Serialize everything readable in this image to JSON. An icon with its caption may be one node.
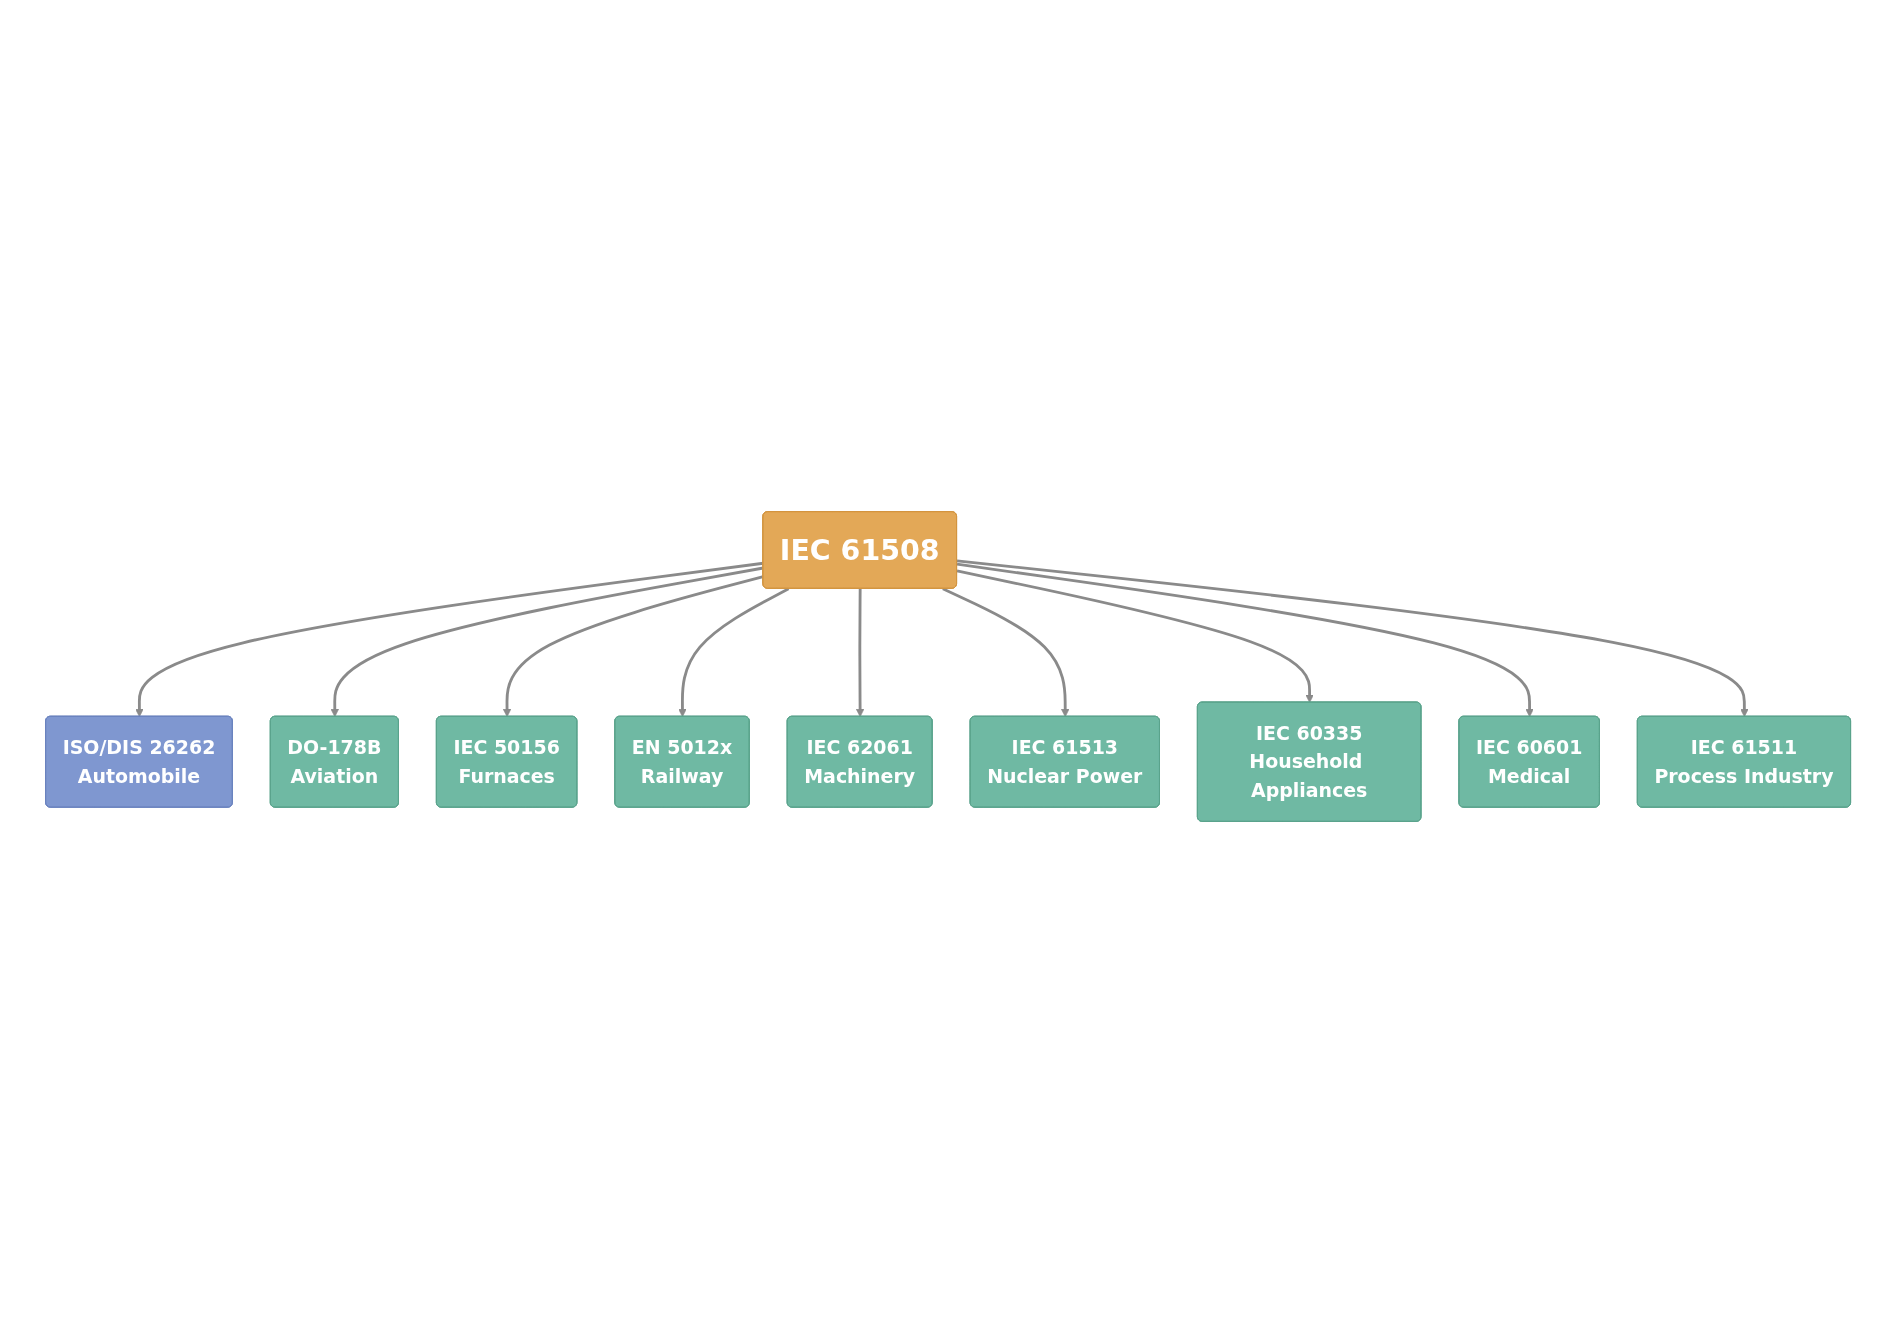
{
  "diagram": {
    "nodes": [
      {
        "text": [
          "ISO/DIS 26262",
          "Automobile"
        ]
      },
      {
        "text": [
          "DO-178B",
          "Aviation"
        ]
      },
      {
        "text": [
          "IEC 50156",
          "Furnaces"
        ]
      },
      {
        "text": [
          "EN 5012x",
          "Railway"
        ]
      },
      {
        "text": [
          "IEC 61508"
        ]
      },
      {
        "text": [
          "IEC 62061",
          "Machinery"
        ]
      },
      {
        "text": [
          "IEC 61513",
          "Nuclear Power"
        ]
      },
      {
        "text": [
          "IEC 60335",
          "Household Appliances"
        ]
      },
      {
        "text": [
          "IEC 60601",
          "Medical"
        ]
      },
      {
        "text": [
          "IEC 61511",
          "Process Industry"
        ]
      }
    ],
    "edges": [
      {
        "from": 4,
        "to": 0,
        "arrow": "to"
      },
      {
        "from": 4,
        "to": 1,
        "arrow": "to"
      },
      {
        "from": 4,
        "to": 2,
        "arrow": "to"
      },
      {
        "from": 4,
        "to": 3,
        "arrow": "to"
      },
      {
        "from": 4,
        "to": 5,
        "arrow": "to"
      },
      {
        "from": 4,
        "to": 6,
        "arrow": "to"
      },
      {
        "from": 4,
        "to": 7,
        "arrow": "to"
      },
      {
        "from": 4,
        "to": 8,
        "arrow": "to"
      },
      {
        "from": 4,
        "to": 9,
        "arrow": "to"
      }
    ]
  }
}
